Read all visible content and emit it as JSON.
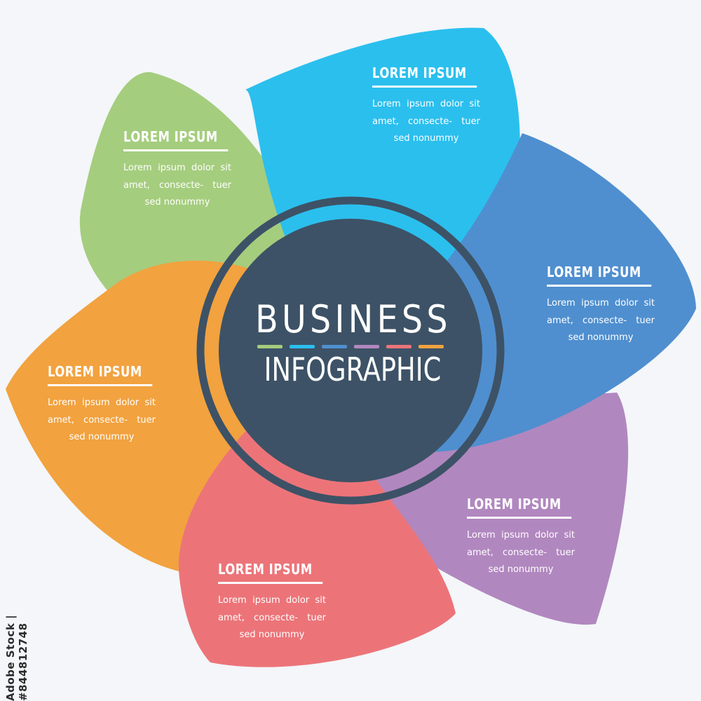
{
  "center": {
    "line1": "BUSINESS",
    "line2": "INFOGRAPHIC",
    "fill": "#3d5266",
    "ring": "#3d5266"
  },
  "petals": [
    {
      "id": "green",
      "title": "LOREM IPSUM",
      "body": "Lorem ipsum dolor sit amet, consecte- tuer sed nonummy",
      "color": "#a5cd7e"
    },
    {
      "id": "cyan",
      "title": "LOREM IPSUM",
      "body": "Lorem ipsum dolor sit amet, consecte- tuer sed nonummy",
      "color": "#2bbfee"
    },
    {
      "id": "blue",
      "title": "LOREM IPSUM",
      "body": "Lorem ipsum dolor sit amet, consecte- tuer sed nonummy",
      "color": "#4f8fcf"
    },
    {
      "id": "purple",
      "title": "LOREM IPSUM",
      "body": "Lorem ipsum dolor sit amet, consecte- tuer sed nonummy",
      "color": "#b187bf"
    },
    {
      "id": "red",
      "title": "LOREM IPSUM",
      "body": "Lorem ipsum dolor sit amet, consecte- tuer sed nonummy",
      "color": "#ec7479"
    },
    {
      "id": "orange",
      "title": "LOREM IPSUM",
      "body": "Lorem ipsum dolor sit amet, consecte- tuer sed nonummy",
      "color": "#f2a23f"
    }
  ],
  "dash_colors": [
    "#a5cd7e",
    "#2bbfee",
    "#4f8fcf",
    "#b187bf",
    "#ec7479",
    "#f2a23f"
  ],
  "watermark": "Adobe Stock | #844812748"
}
